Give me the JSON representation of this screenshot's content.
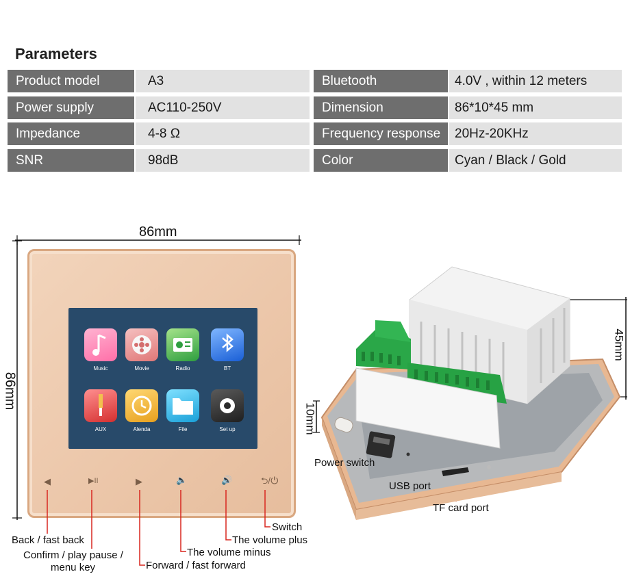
{
  "section_title": "Parameters",
  "params": [
    {
      "key": "Product model",
      "value": "A3"
    },
    {
      "key": "Power supply",
      "value": "AC110-250V"
    },
    {
      "key": "Impedance",
      "value": "4-8 Ω"
    },
    {
      "key": "SNR",
      "value": "98dB"
    },
    {
      "key": "Bluetooth",
      "value": "4.0V , within 12 meters"
    },
    {
      "key": "Dimension",
      "value": "86*10*45 mm"
    },
    {
      "key": "Frequency response",
      "value": "20Hz-20KHz"
    },
    {
      "key": "Color",
      "value": "Cyan / Black / Gold"
    }
  ],
  "dimensions": {
    "width": "86mm",
    "height": "86mm",
    "depth": "45mm",
    "thickness": "10mm"
  },
  "apps": [
    {
      "label": "Music",
      "icon": "music-icon",
      "color": "#ff7eb3"
    },
    {
      "label": "Movie",
      "icon": "film-reel-icon",
      "color": "#f08b8b"
    },
    {
      "label": "Radio",
      "icon": "radio-icon",
      "color": "#63c163"
    },
    {
      "label": "BT",
      "icon": "bluetooth-icon",
      "color": "#2f7de1"
    },
    {
      "label": "AUX",
      "icon": "aux-jack-icon",
      "color": "#e84b4b"
    },
    {
      "label": "Alenda",
      "icon": "clock-icon",
      "color": "#f2b233"
    },
    {
      "label": "File",
      "icon": "folder-icon",
      "color": "#2ab5e6"
    },
    {
      "label": "Set up",
      "icon": "gear-icon",
      "color": "#3b3b3b"
    }
  ],
  "buttons": [
    {
      "glyph": "◀",
      "icon": "back-icon"
    },
    {
      "glyph": "▶II",
      "icon": "play-pause-icon"
    },
    {
      "glyph": "▶",
      "icon": "forward-icon"
    },
    {
      "glyph": "🔈",
      "icon": "volume-minus-icon"
    },
    {
      "glyph": "🔊",
      "icon": "volume-plus-icon"
    },
    {
      "glyph": "⮌/⏻",
      "icon": "switch-icon"
    }
  ],
  "labels": {
    "back": "Back / fast back",
    "confirm_line1": "Confirm / play pause /",
    "confirm_line2": "menu key",
    "forward": "Forward / fast forward",
    "vol_minus": "The volume minus",
    "vol_plus": "The volume plus",
    "switch": "Switch",
    "power_switch": "Power switch",
    "usb_port": "USB port",
    "tf_port": "TF card port"
  },
  "colors": {
    "panel_gold": "#ecc7aa",
    "screen_blue": "#284a6a",
    "terminal_green": "#27a244"
  }
}
